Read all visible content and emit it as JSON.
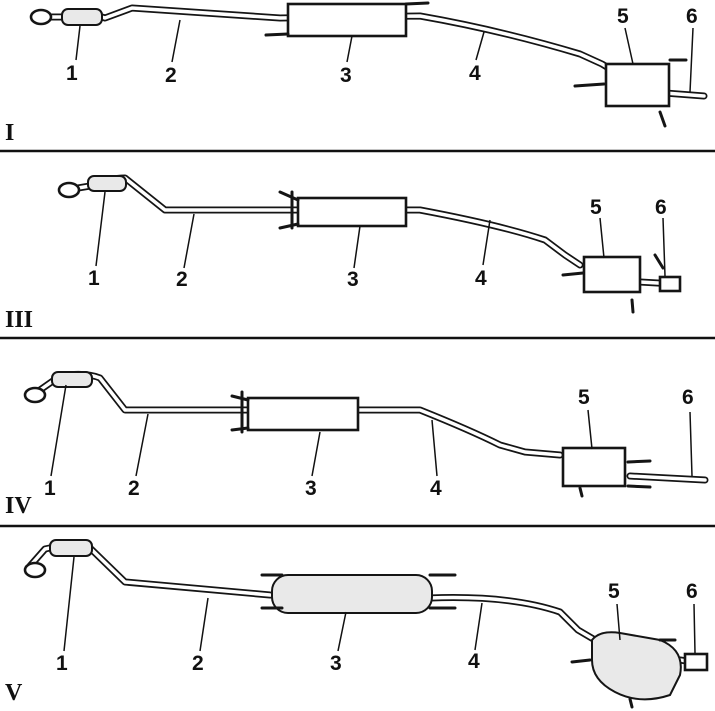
{
  "variants": [
    {
      "id": "I",
      "labels": [
        "1",
        "2",
        "3",
        "4",
        "5",
        "6"
      ]
    },
    {
      "id": "III",
      "labels": [
        "1",
        "2",
        "3",
        "4",
        "5",
        "6"
      ]
    },
    {
      "id": "IV",
      "labels": [
        "1",
        "2",
        "3",
        "4",
        "5",
        "6"
      ]
    },
    {
      "id": "V",
      "labels": [
        "1",
        "2",
        "3",
        "4",
        "5",
        "6"
      ]
    }
  ]
}
